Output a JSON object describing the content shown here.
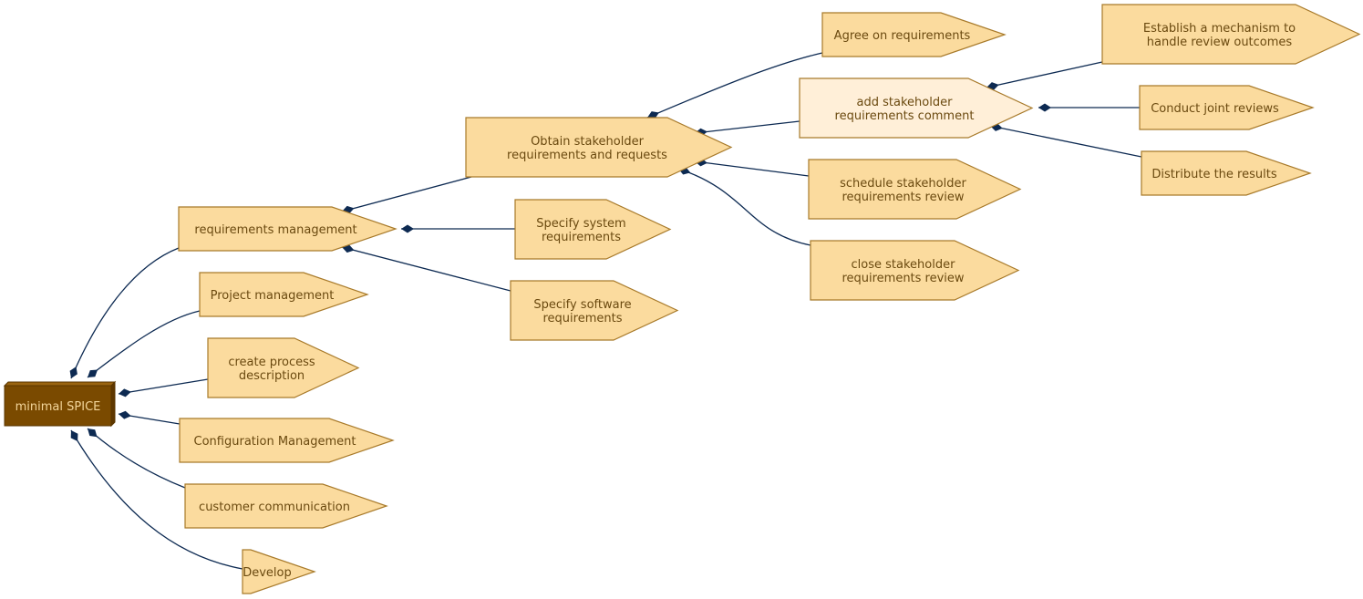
{
  "colors": {
    "node_fill": "#fbdb9e",
    "node_fill_highlight": "#ffefd8",
    "node_stroke": "#a87a2a",
    "node_text": "#6b4a10",
    "root_fill": "#7a4a00",
    "root_text": "#f3d59a",
    "edge": "#0d2a52"
  },
  "root": {
    "id": "root",
    "label": "minimal SPICE"
  },
  "nodes": [
    {
      "id": "req_mgmt",
      "lines": [
        "requirements management"
      ]
    },
    {
      "id": "proj_mgmt",
      "lines": [
        "Project management"
      ]
    },
    {
      "id": "create_proc",
      "lines": [
        "create process",
        "description"
      ]
    },
    {
      "id": "config_mgmt",
      "lines": [
        "Configuration Management"
      ]
    },
    {
      "id": "cust_comm",
      "lines": [
        "customer communication"
      ]
    },
    {
      "id": "develop",
      "lines": [
        "Develop"
      ]
    },
    {
      "id": "obtain",
      "lines": [
        "Obtain stakeholder",
        "requirements and requests"
      ]
    },
    {
      "id": "spec_sys",
      "lines": [
        "Specify system",
        "requirements"
      ]
    },
    {
      "id": "spec_sw",
      "lines": [
        "Specify software",
        "requirements"
      ]
    },
    {
      "id": "agree",
      "lines": [
        "Agree on requirements"
      ]
    },
    {
      "id": "add_comment",
      "lines": [
        "add stakeholder",
        "requirements comment"
      ],
      "highlight": true
    },
    {
      "id": "schedule",
      "lines": [
        "schedule stakeholder",
        "requirements review"
      ]
    },
    {
      "id": "close",
      "lines": [
        "close stakeholder",
        "requirements review"
      ]
    },
    {
      "id": "establish",
      "lines": [
        "Establish a mechanism to",
        "handle review outcomes"
      ]
    },
    {
      "id": "conduct",
      "lines": [
        "Conduct joint reviews"
      ]
    },
    {
      "id": "distribute",
      "lines": [
        "Distribute the results"
      ]
    }
  ],
  "edges": [
    {
      "from": "root",
      "to": "req_mgmt"
    },
    {
      "from": "root",
      "to": "proj_mgmt"
    },
    {
      "from": "root",
      "to": "create_proc"
    },
    {
      "from": "root",
      "to": "config_mgmt"
    },
    {
      "from": "root",
      "to": "cust_comm"
    },
    {
      "from": "root",
      "to": "develop"
    },
    {
      "from": "req_mgmt",
      "to": "obtain"
    },
    {
      "from": "req_mgmt",
      "to": "spec_sys"
    },
    {
      "from": "req_mgmt",
      "to": "spec_sw"
    },
    {
      "from": "obtain",
      "to": "agree"
    },
    {
      "from": "obtain",
      "to": "add_comment"
    },
    {
      "from": "obtain",
      "to": "schedule"
    },
    {
      "from": "obtain",
      "to": "close"
    },
    {
      "from": "add_comment",
      "to": "establish"
    },
    {
      "from": "add_comment",
      "to": "conduct"
    },
    {
      "from": "add_comment",
      "to": "distribute"
    }
  ]
}
